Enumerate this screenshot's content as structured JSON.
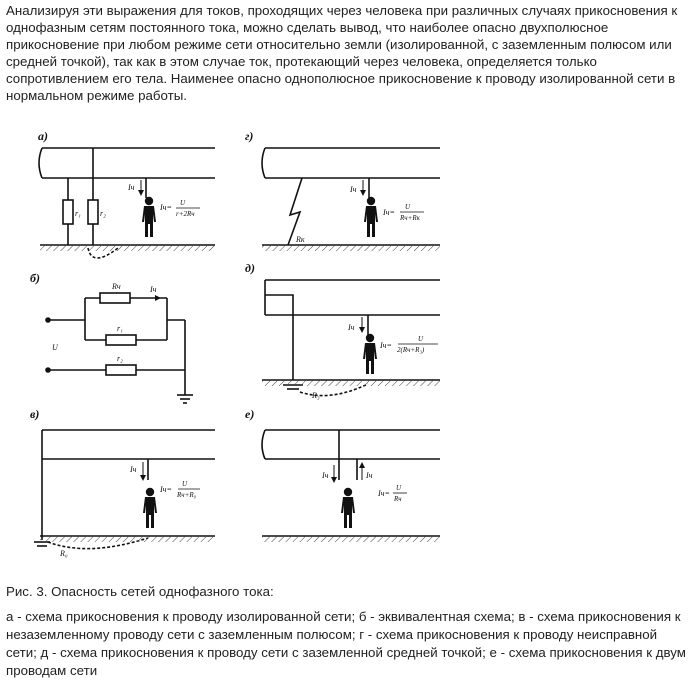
{
  "paragraph": "Анализируя эти выражения для токов, проходящих через человека при различных случаях прикосновения к однофазным сетям постоянного тока, можно сделать вывод, что наиболее опасно двухполюсное прикосновение при любом режиме сети относительно земли (изолированной, с заземленным полюсом или средней точкой), так как в этом случае ток, протекающий через человека, определяется только сопротивлением его тела. Наименее опасно однополюсное прикосновение к проводу изолированной сети в нормальном режиме работы.",
  "figure": {
    "panel_labels": [
      "а)",
      "б)",
      "в)",
      "г)",
      "д)",
      "е)"
    ],
    "a": {
      "r1": "r₁",
      "r2": "r₂",
      "current": "Iч",
      "formula_lhs": "Iч=",
      "formula_num": "U",
      "formula_den": "r+2Rч"
    },
    "b": {
      "rh": "Rч",
      "ih": "Iч",
      "r1": "r₁",
      "r2": "r₂",
      "u": "U"
    },
    "v": {
      "current": "Iч",
      "formula_lhs": "Iч=",
      "formula_num": "U",
      "formula_den": "Rч+R₀",
      "r0": "R₀"
    },
    "g": {
      "rk": "Rк",
      "current": "Iч",
      "formula_lhs": "Iч=",
      "formula_num": "U",
      "formula_den": "Rч+Rк"
    },
    "d": {
      "current": "Iч",
      "formula_lhs": "Iч=",
      "formula_num": "U",
      "formula_den": "2(Rч+R₃)",
      "r3": "R₃"
    },
    "e": {
      "current_left": "Iч",
      "current_right": "Iч",
      "formula_lhs": "Iч=",
      "formula_num": "U",
      "formula_den": "Rч"
    }
  },
  "caption": "Рис. 3. Опасность сетей однофазного тока:",
  "legend": "а - схема прикосновения к проводу изолированной сети; б - эквивалентная схема; в - схема прикосновения к незаземленному проводу сети с заземленным полюсом; г - схема прикосновения к проводу неисправной сети; д - схема прикосновения к проводу сети с заземленной средней точкой; е - схема прикосновения к двум проводам сети"
}
